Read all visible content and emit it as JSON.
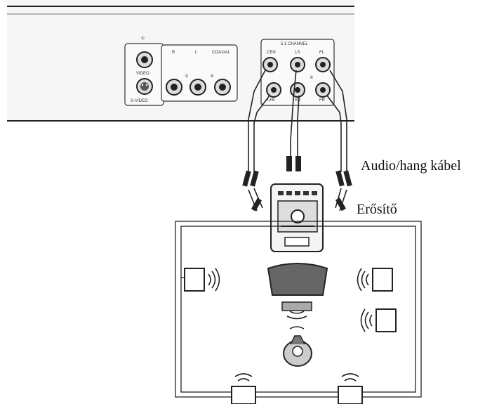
{
  "labels": {
    "audio_cable": "Audio/hang kábel",
    "amplifier": "Erősítő"
  },
  "panel": {
    "video_jack_number": "①",
    "video": "VIDEO",
    "s_video": "S-VIDEO",
    "audio_r": "R",
    "audio_l": "L",
    "coaxial": "COAXIAL",
    "audio_jack_number": "②",
    "coaxial_jack_number": "③",
    "channel_title": "5.1 CHANNEL",
    "cen": "CEN",
    "ls": "LS",
    "fl": "FL",
    "lfe": "LFE",
    "fr": "FR",
    "rs": "RS",
    "channel_number": "④"
  },
  "icons": [
    "speaker-icon",
    "subwoofer-icon",
    "television-icon",
    "listener-icon",
    "rca-plug-icon",
    "amplifier-icon"
  ],
  "colors": {
    "panel_fill": "#f6f6f6",
    "line": "#222222"
  }
}
